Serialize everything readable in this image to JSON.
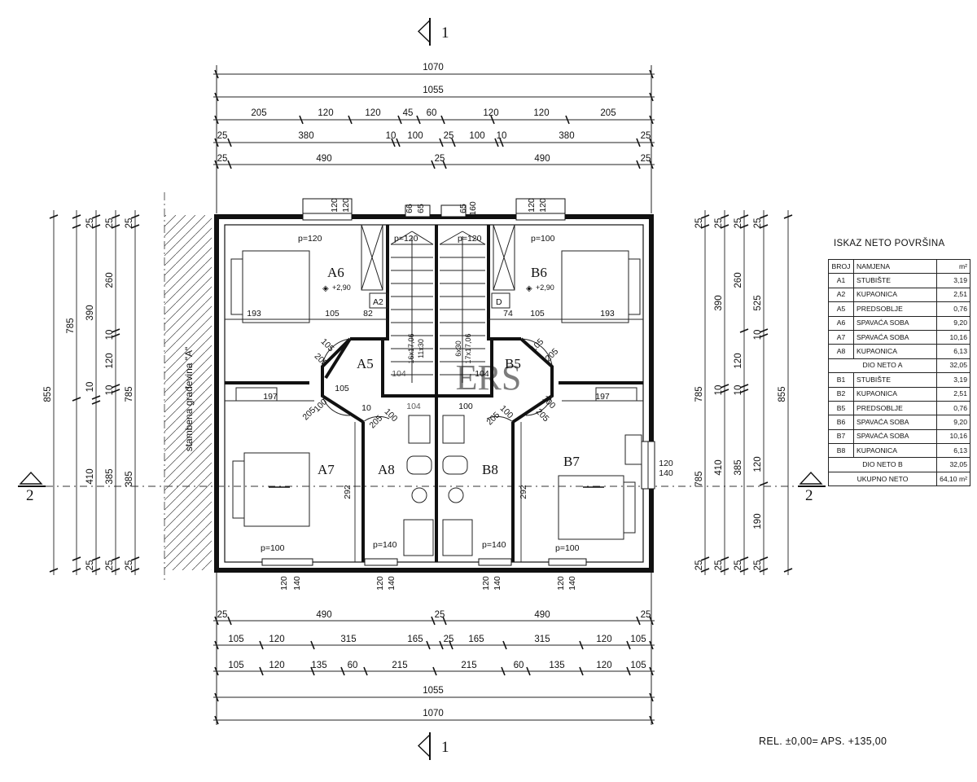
{
  "plan": {
    "section_marks": {
      "top": "1",
      "bottom": "1",
      "left": "2",
      "right": "2"
    },
    "dims_top": {
      "overall": "1070",
      "inner": "1055",
      "row3": [
        "205",
        "120",
        "120",
        "45",
        "60",
        "120",
        "120",
        "205"
      ],
      "row4": [
        "25",
        "380",
        "10",
        "100",
        "25",
        "100",
        "10",
        "380",
        "25"
      ],
      "row5": [
        "25",
        "490",
        "25",
        "490",
        "25"
      ]
    },
    "dims_bottom": {
      "row1": [
        "25",
        "490",
        "25",
        "490",
        "25"
      ],
      "row2": [
        "105",
        "120",
        "315",
        "165",
        "25",
        "165",
        "315",
        "120",
        "105"
      ],
      "row3": [
        "105",
        "120",
        "135",
        "60",
        "215",
        "215",
        "60",
        "135",
        "120",
        "105"
      ],
      "inner": "1055",
      "overall": "1070"
    },
    "dims_left": {
      "col1": "855",
      "col2": "785",
      "col3": [
        "25",
        "390",
        "10",
        "410",
        "25"
      ],
      "col4": [
        "25",
        "260",
        "10",
        "120",
        "10",
        "385",
        "25"
      ],
      "col5": [
        "25",
        "785",
        "385",
        "25"
      ]
    },
    "dims_right": {
      "col1": [
        "25",
        "785",
        "785",
        "25"
      ],
      "col2": [
        "25",
        "390",
        "10",
        "410",
        "25"
      ],
      "col3": [
        "25",
        "260",
        "120",
        "10",
        "385",
        "25"
      ],
      "col4": [
        "25",
        "525",
        "10",
        "120",
        "190",
        "25"
      ],
      "col5": "785",
      "col6": "855"
    },
    "window_labels": {
      "top": [
        "120",
        "120",
        "66",
        "65",
        "65",
        "160",
        "120",
        "120"
      ],
      "bottom": [
        "120",
        "140",
        "120",
        "140",
        "120",
        "140",
        "120",
        "140"
      ],
      "right": [
        "120",
        "140"
      ]
    },
    "openings": {
      "a6": "p=120",
      "a_stair": "p=120",
      "b_stair": "p=120",
      "b6": "p=100",
      "a7": "p=100",
      "a8": "p=140",
      "b8": "p=140",
      "b7": "p=100"
    },
    "rooms": {
      "a6": "A6",
      "a5": "A5",
      "a7": "A7",
      "a8": "A8",
      "a2": "A2",
      "b6": "B6",
      "b5": "B5",
      "b7": "B7",
      "b8": "B8",
      "b2": "D"
    },
    "levels": {
      "a6": "+2,90",
      "b6": "+2,90"
    },
    "interior_dims": {
      "a6_w": "193",
      "a6_mid": "105",
      "a2_w": "82",
      "b2_w": "74",
      "b6_mid": "105",
      "b6_w": "193",
      "a7_w": "197",
      "b7_w": "197",
      "a7_h": "292",
      "b7_h": "292",
      "a5_a": "105",
      "a5_b": "105",
      "a5_c": "10",
      "a5_d": "205",
      "a5_e": "205",
      "a5_f": "100",
      "a5_g": "205",
      "a5_h": "100",
      "b5_a": "105",
      "b5_b": "205",
      "b5_c": "205",
      "b5_d": "100",
      "b5_e": "100",
      "b5_f": "205",
      "hall_a": "104",
      "hall_b": "104",
      "hall_c": "104",
      "hall_d": "100"
    },
    "stairs": {
      "a_run": "16x17,06",
      "a_len": "11x30",
      "b_run": "6x30",
      "b_len": "17x17,06"
    },
    "neighbor_label": "stambena građevina \"A\"",
    "watermark": "ERS"
  },
  "area_table": {
    "title": "ISKAZ NETO POVRŠINA",
    "headers": [
      "BROJ",
      "NAMJENA",
      "m²"
    ],
    "rows_a": [
      [
        "A1",
        "STUBIŠTE",
        "3,19"
      ],
      [
        "A2",
        "KUPAONICA",
        "2,51"
      ],
      [
        "A5",
        "PREDSOBLJE",
        "0,76"
      ],
      [
        "A6",
        "SPAVAĆA SOBA",
        "9,20"
      ],
      [
        "A7",
        "SPAVAĆA SOBA",
        "10,16"
      ],
      [
        "A8",
        "KUPAONICA",
        "6,13"
      ]
    ],
    "total_a": [
      "DIO NETO A",
      "32,05"
    ],
    "rows_b": [
      [
        "B1",
        "STUBIŠTE",
        "3,19"
      ],
      [
        "B2",
        "KUPAONICA",
        "2,51"
      ],
      [
        "B5",
        "PREDSOBLJE",
        "0,76"
      ],
      [
        "B6",
        "SPAVAĆA SOBA",
        "9,20"
      ],
      [
        "B7",
        "SPAVAĆA SOBA",
        "10,16"
      ],
      [
        "B8",
        "KUPAONICA",
        "6,13"
      ]
    ],
    "total_b": [
      "DIO NETO B",
      "32,05"
    ],
    "grand_total": [
      "UKUPNO NETO",
      "64,10 m²"
    ]
  },
  "rel_note": "REL. ±0,00= APS. +135,00"
}
